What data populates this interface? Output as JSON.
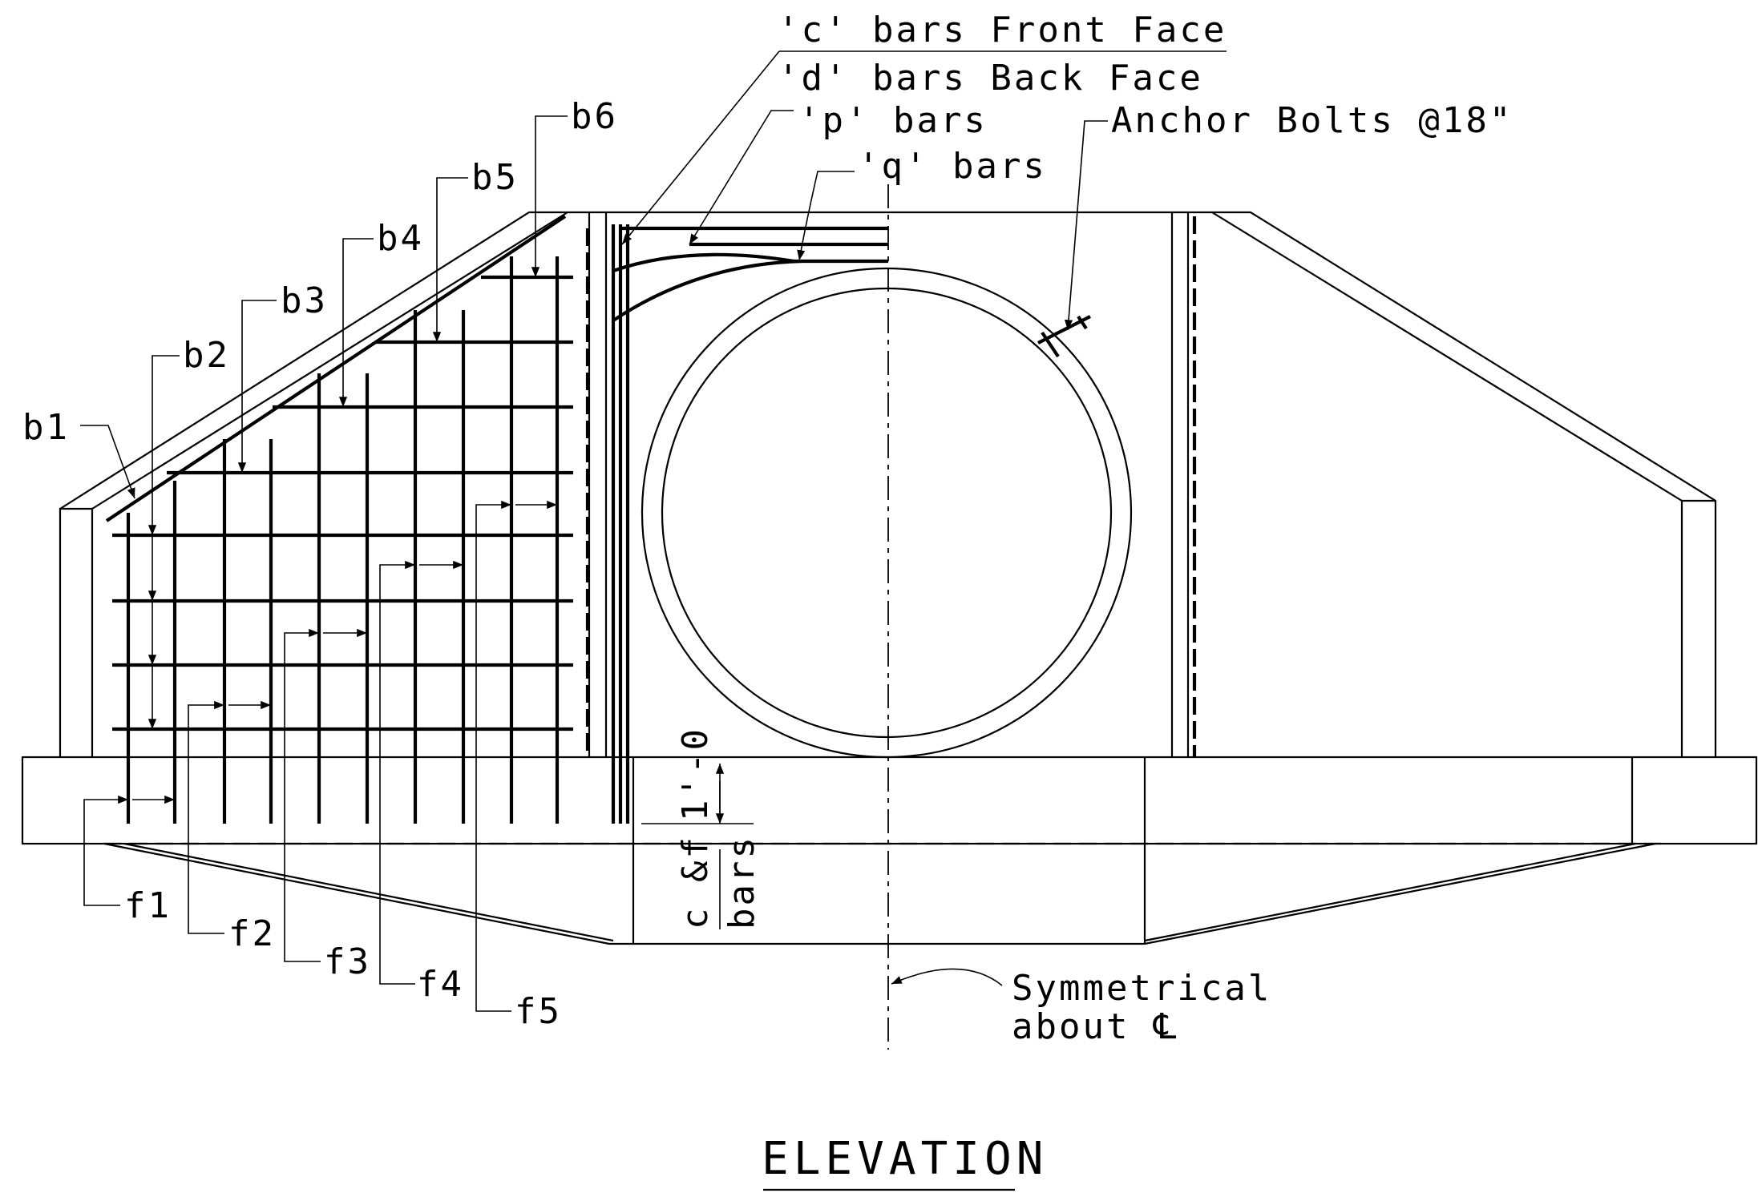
{
  "title": "ELEVATION",
  "callouts": {
    "c_bars": "'c' bars Front Face",
    "d_bars": "'d' bars Back Face",
    "p_bars": "'p' bars",
    "q_bars": "'q' bars",
    "anchor_bolts": "Anchor Bolts @18\"",
    "cf_bars_line1": "c &f",
    "cf_bars_line2": "bars",
    "cf_dim": "1'-0",
    "symmetry_line1": "Symmetrical",
    "symmetry_line2": "about ℄"
  },
  "b_labels": [
    "b1",
    "b2",
    "b3",
    "b4",
    "b5",
    "b6"
  ],
  "f_labels": [
    "f1",
    "f2",
    "f3",
    "f4",
    "f5"
  ]
}
